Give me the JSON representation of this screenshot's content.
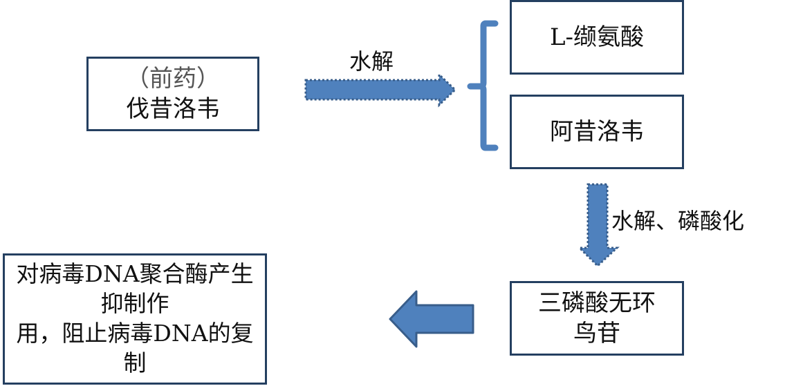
{
  "diagram": {
    "prodrug_box": {
      "line1": "（前药）",
      "line2": "伐昔洛韦"
    },
    "hydrolysis_label": "水解",
    "product_a": "L-缬氨酸",
    "product_b": "阿昔洛韦",
    "hydrolysis_phosphorylation_label": "水解、磷酸化",
    "triphosphate_box": {
      "line1": "三磷酸无环",
      "line2": "鸟苷"
    },
    "effect_box": {
      "line1": "对病毒DNA聚合酶产生抑制作",
      "line2": "用，阻止病毒DNA的复制"
    },
    "colors": {
      "box_border": "#243f60",
      "arrow_fill": "#4f81bd",
      "arrow_border": "#385d8a"
    }
  }
}
